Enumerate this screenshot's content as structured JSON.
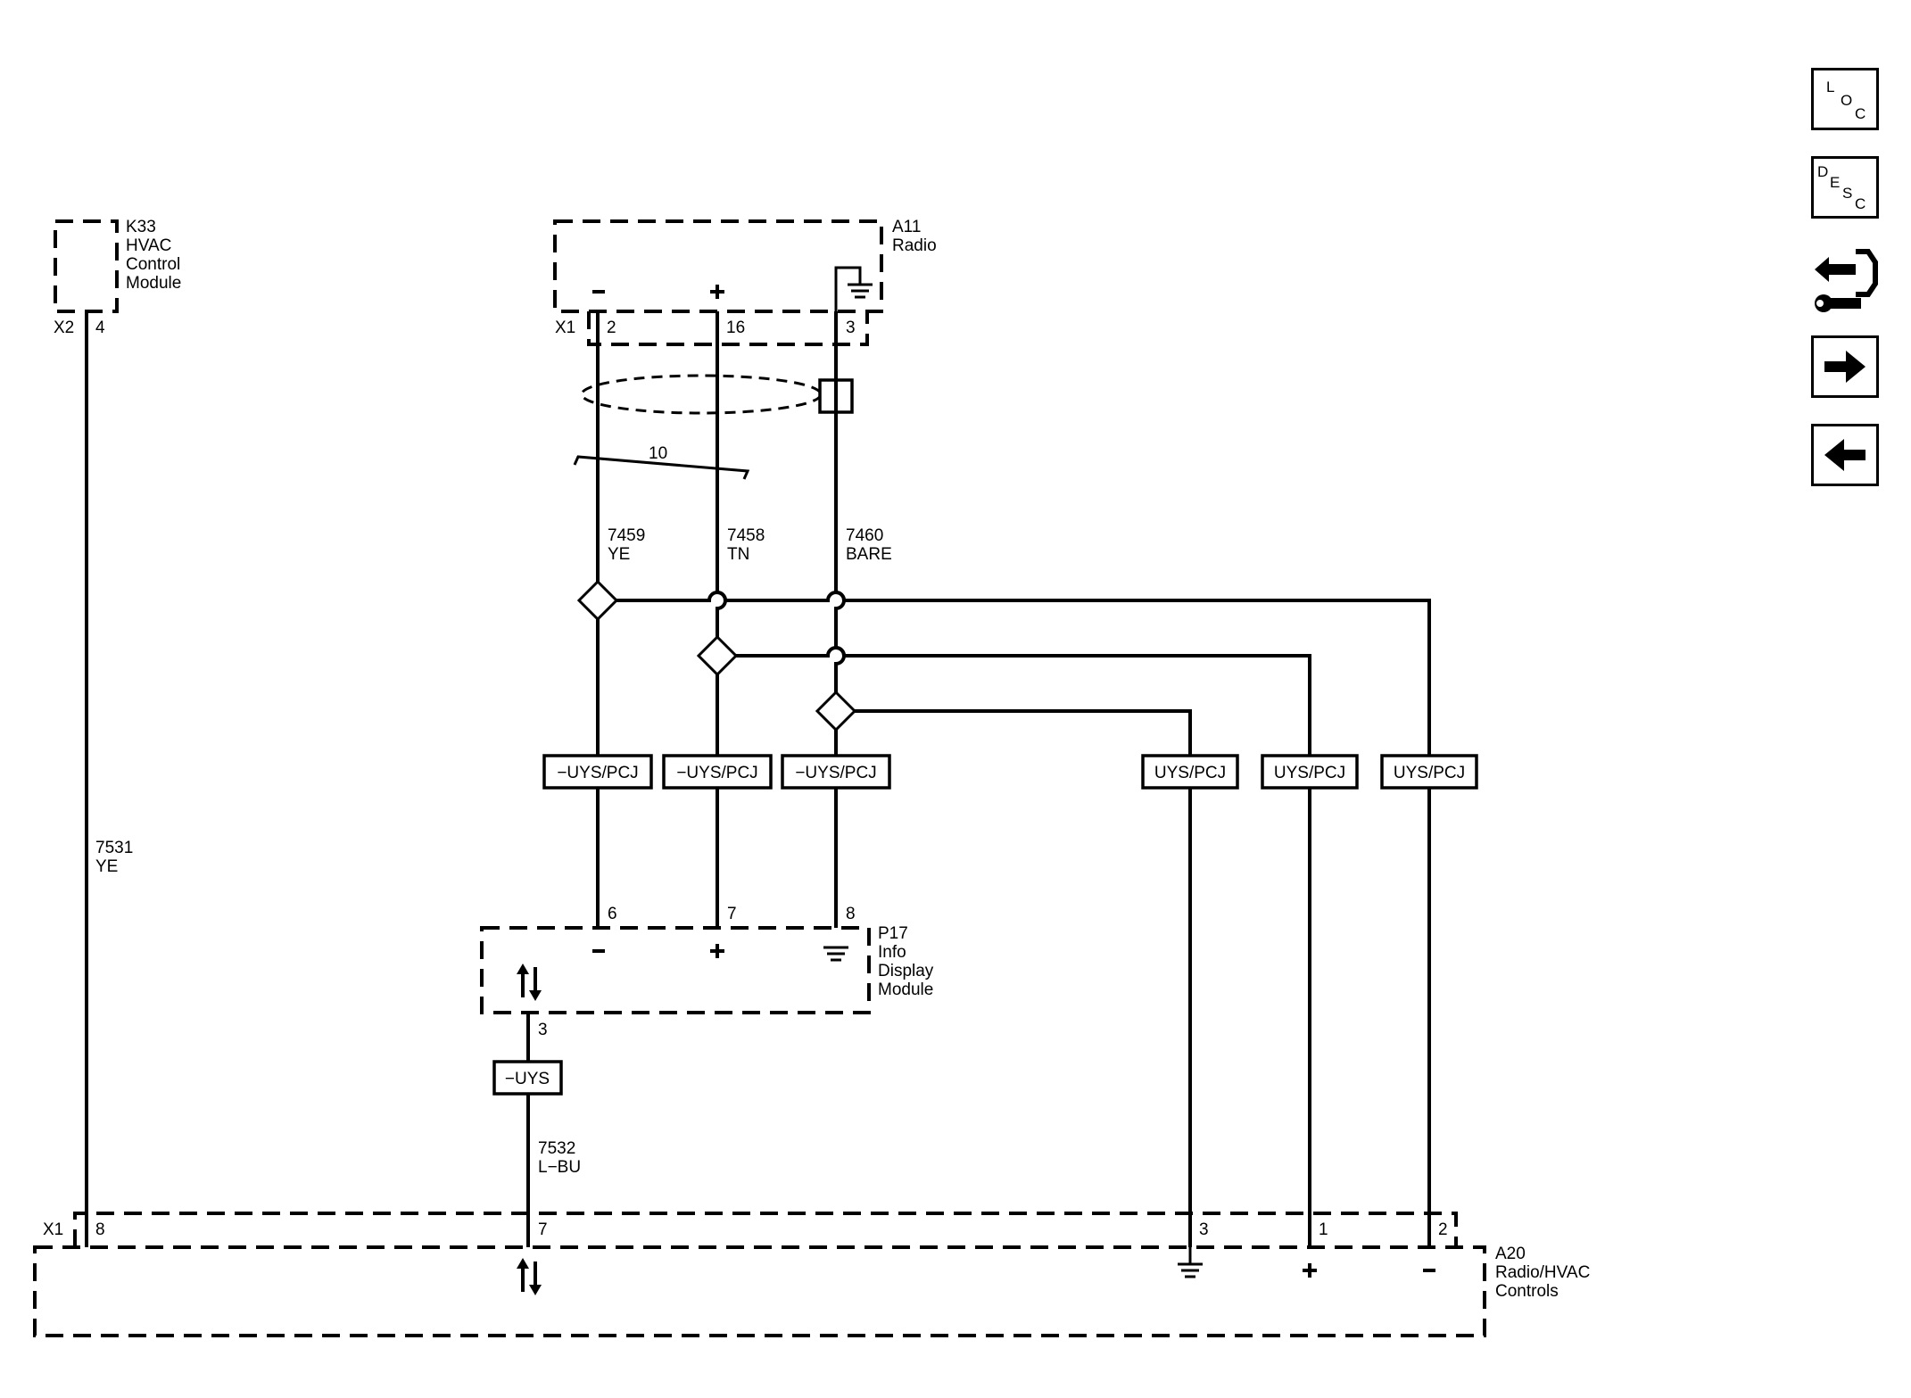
{
  "nav": {
    "loc_letters": [
      "L",
      "O",
      "C"
    ],
    "desc_letters": [
      "D",
      "E",
      "S",
      "C"
    ]
  },
  "components": {
    "k33": {
      "id": "K33",
      "name_lines": [
        "HVAC",
        "Control",
        "Module"
      ],
      "connector": "X2",
      "pin": "4"
    },
    "a11": {
      "id": "A11",
      "name_lines": [
        "Radio"
      ],
      "connector": "X1",
      "pins": [
        "2",
        "16",
        "3"
      ],
      "pin_signs": [
        "−",
        "+"
      ]
    },
    "p17": {
      "id": "P17",
      "name_lines": [
        "Info",
        "Display",
        "Module"
      ],
      "pins_top": [
        "6",
        "7",
        "8"
      ],
      "pin_signs": [
        "−",
        "+"
      ],
      "pin_bottom": "3"
    },
    "a20": {
      "id": "A20",
      "name_lines": [
        "Radio/HVAC",
        "Controls"
      ],
      "connector": "X1",
      "pins": [
        "8",
        "7",
        "3",
        "1",
        "2"
      ],
      "pin_signs": [
        "+",
        "−"
      ]
    }
  },
  "twisted_pair": {
    "label": "10"
  },
  "wires": {
    "w7531": {
      "circuit": "7531",
      "color": "YE"
    },
    "w7459": {
      "circuit": "7459",
      "color": "YE"
    },
    "w7458": {
      "circuit": "7458",
      "color": "TN"
    },
    "w7460": {
      "circuit": "7460",
      "color": "BARE"
    },
    "w7532": {
      "circuit": "7532",
      "color": "L−BU"
    }
  },
  "option_labels": {
    "row_left": [
      "−UYS/PCJ",
      "−UYS/PCJ",
      "−UYS/PCJ"
    ],
    "row_right": [
      "UYS/PCJ",
      "UYS/PCJ",
      "UYS/PCJ"
    ],
    "uys": "−UYS"
  }
}
